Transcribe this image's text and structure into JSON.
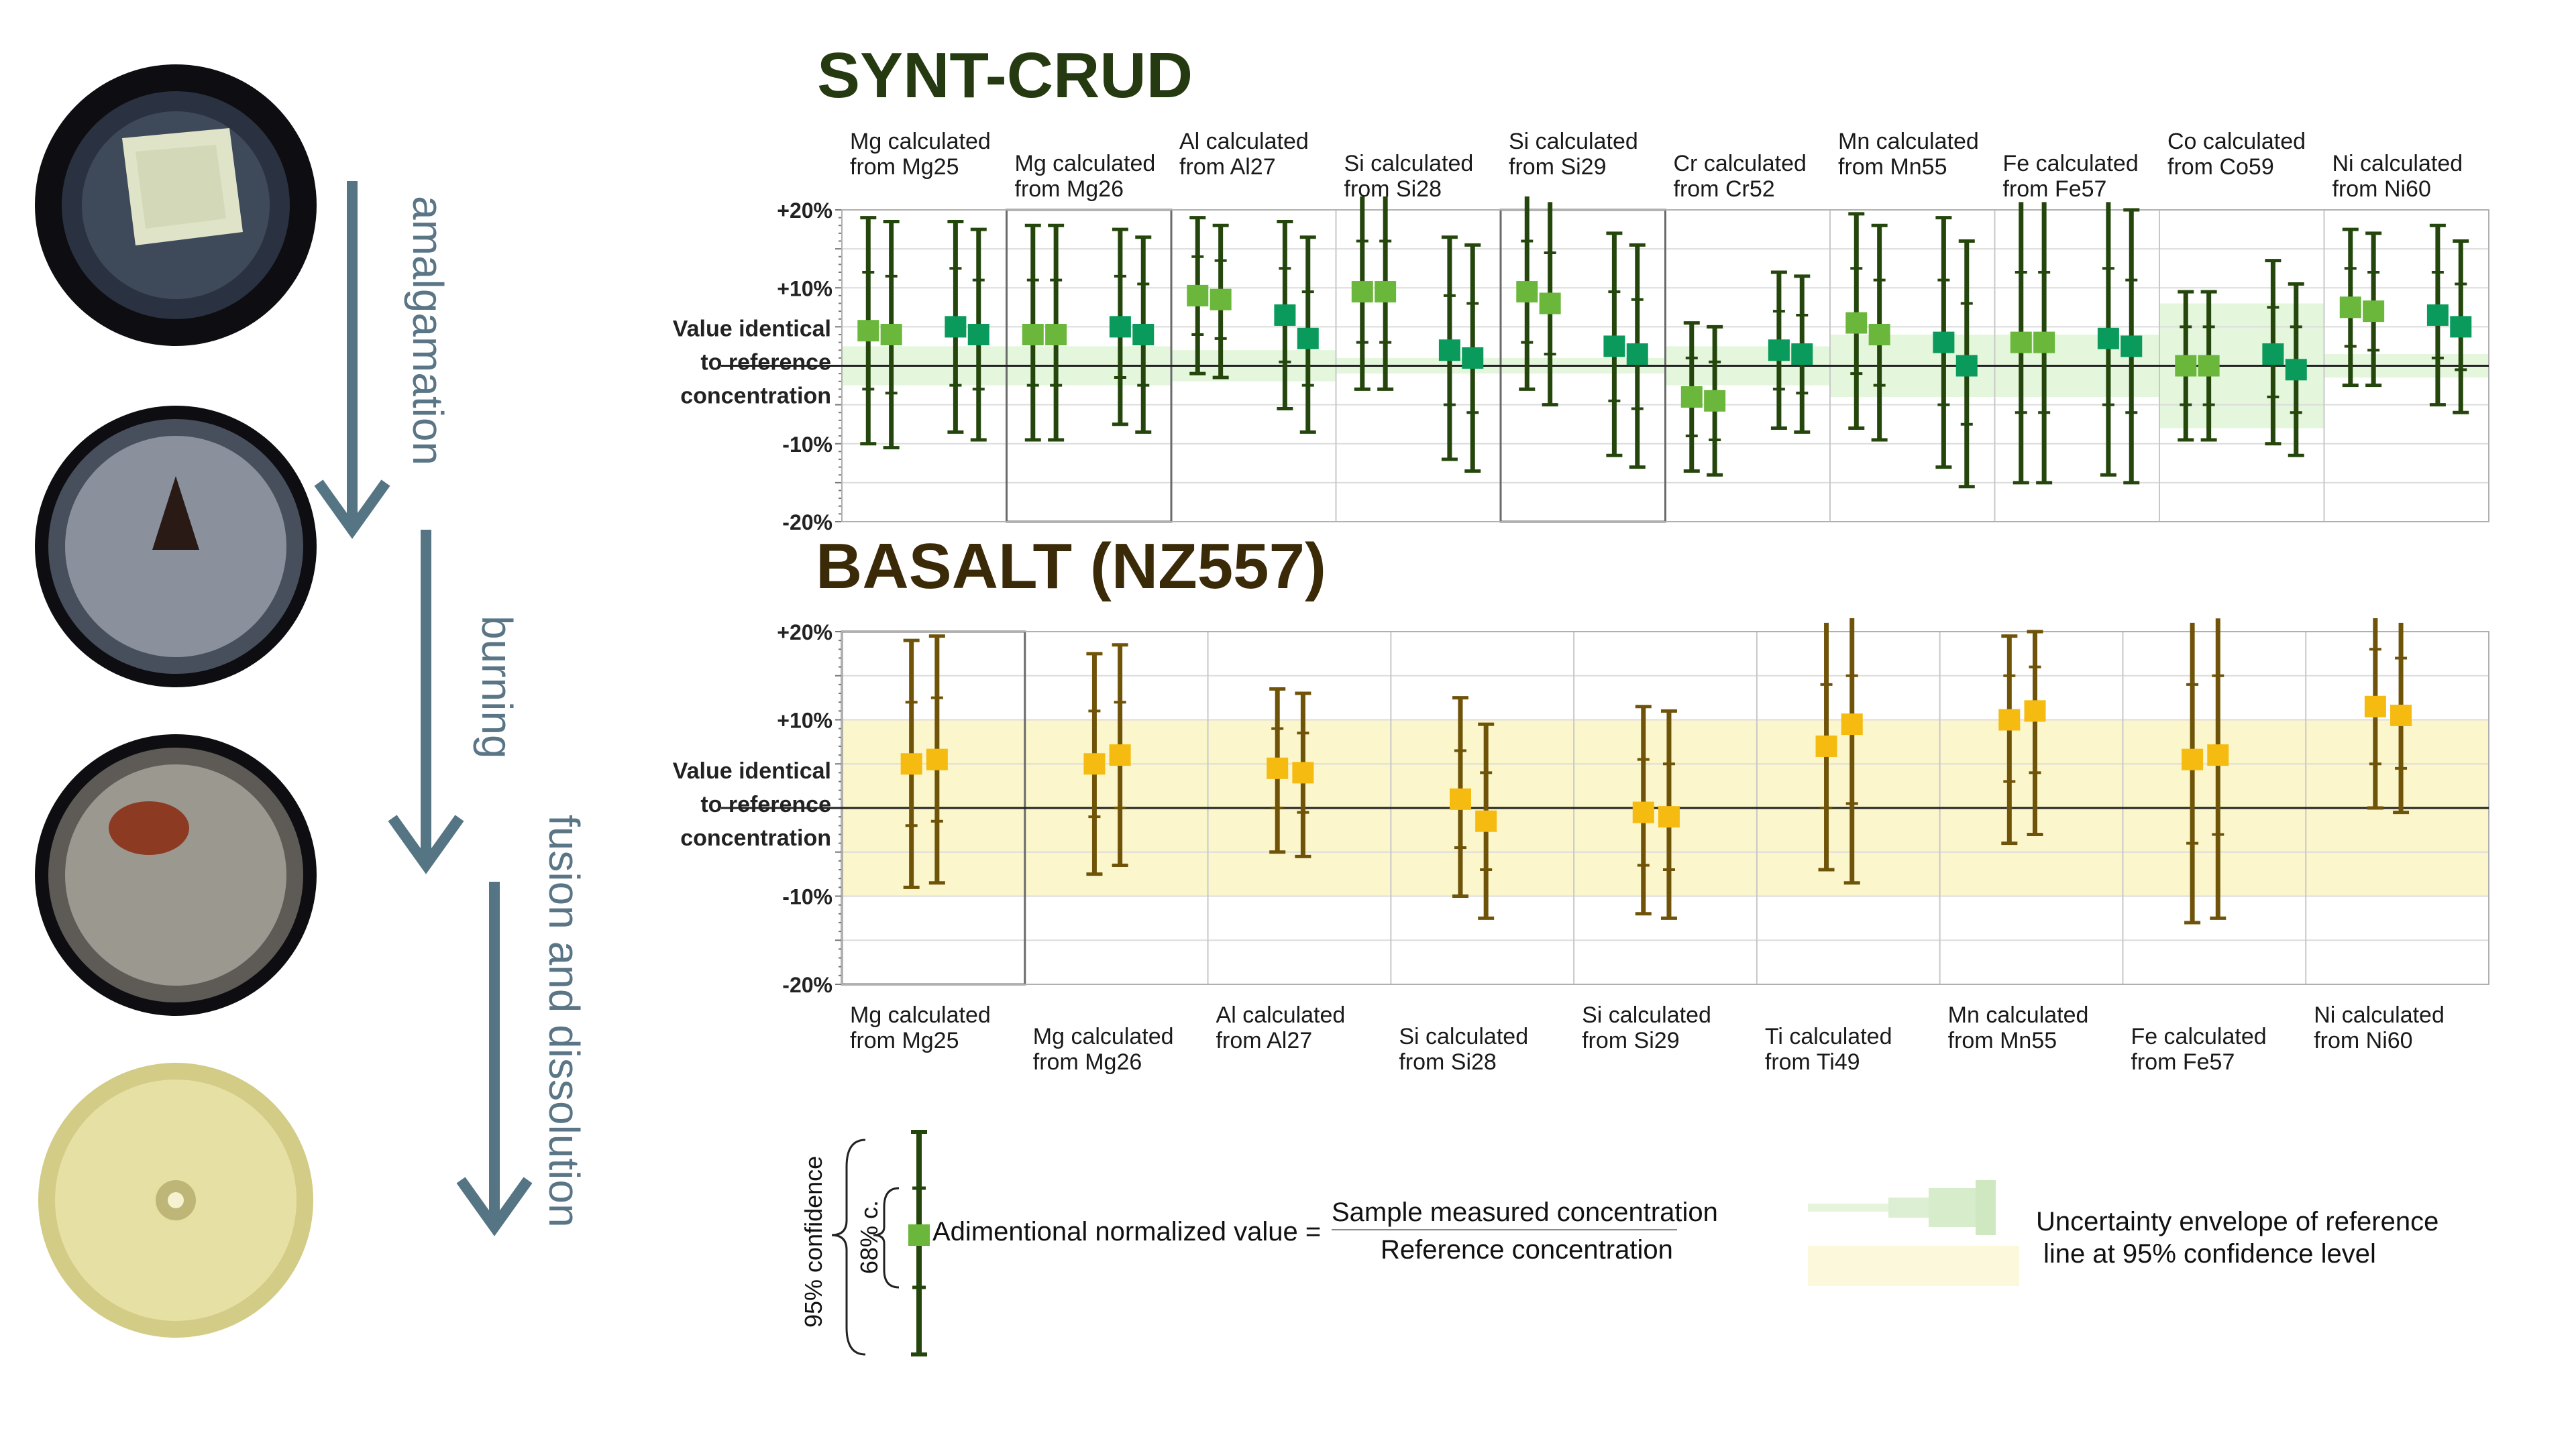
{
  "process": {
    "steps": [
      "amalgamation",
      "burning",
      "fusion and dissolution"
    ]
  },
  "colors": {
    "synt_bar": "#24460c",
    "synt_marker_a": "#6ab73b",
    "synt_marker_b": "#0a9a5c",
    "synt_envelope": "#e4f6dc",
    "basalt_bar": "#6e5308",
    "basalt_marker": "#f5bb10",
    "basalt_envelope": "#fbf6cc",
    "arrow": "#557585"
  },
  "chart_data": [
    {
      "type": "scatter",
      "title": "SYNT-CRUD",
      "ylabel_lines": [
        "Value identical",
        "to reference",
        "concentration"
      ],
      "y_ticks": [
        "+20%",
        "+10%",
        "-10%",
        "-20%"
      ],
      "ylim": [
        -20,
        20
      ],
      "categories": [
        {
          "label": [
            "Mg calculated",
            "from Mg25"
          ],
          "envelope": 2.5,
          "points": [
            {
              "v": 4.5,
              "c95": [
                -10,
                19
              ],
              "c68": [
                -3,
                12
              ],
              "m": "a"
            },
            {
              "v": 4.0,
              "c95": [
                -10.5,
                18.5
              ],
              "c68": [
                -3.5,
                11.5
              ],
              "m": "a"
            },
            {
              "v": 5.0,
              "c95": [
                -8.5,
                18.5
              ],
              "c68": [
                -2.5,
                12.5
              ],
              "m": "b"
            },
            {
              "v": 4.0,
              "c95": [
                -9.5,
                17.5
              ],
              "c68": [
                -3,
                11
              ],
              "m": "b"
            }
          ]
        },
        {
          "label": [
            "Mg calculated",
            "from Mg26"
          ],
          "envelope": 2.5,
          "points": [
            {
              "v": 4.0,
              "c95": [
                -9.5,
                18
              ],
              "c68": [
                -2.5,
                11
              ],
              "m": "a"
            },
            {
              "v": 4.0,
              "c95": [
                -9.5,
                18
              ],
              "c68": [
                -2.5,
                11
              ],
              "m": "a"
            },
            {
              "v": 5.0,
              "c95": [
                -7.5,
                17.5
              ],
              "c68": [
                -1.5,
                11.5
              ],
              "m": "b"
            },
            {
              "v": 4.0,
              "c95": [
                -8.5,
                16.5
              ],
              "c68": [
                -2.5,
                10.5
              ],
              "m": "b"
            }
          ]
        },
        {
          "label": [
            "Al calculated",
            "from Al27"
          ],
          "envelope": 2.0,
          "points": [
            {
              "v": 9.0,
              "c95": [
                -1,
                19
              ],
              "c68": [
                4,
                14
              ],
              "m": "a"
            },
            {
              "v": 8.5,
              "c95": [
                -1.5,
                18
              ],
              "c68": [
                3.5,
                13.5
              ],
              "m": "a"
            },
            {
              "v": 6.5,
              "c95": [
                -5.5,
                18.5
              ],
              "c68": [
                0.5,
                12.5
              ],
              "m": "b"
            },
            {
              "v": 3.5,
              "c95": [
                -8.5,
                16.5
              ],
              "c68": [
                -2.5,
                9.5
              ],
              "m": "b"
            }
          ]
        },
        {
          "label": [
            "Si calculated",
            "from Si28"
          ],
          "envelope": 1.0,
          "points": [
            {
              "v": 9.5,
              "c95": [
                -3,
                22
              ],
              "c68": [
                3,
                16
              ],
              "m": "a"
            },
            {
              "v": 9.5,
              "c95": [
                -3,
                22
              ],
              "c68": [
                3,
                16
              ],
              "m": "a"
            },
            {
              "v": 2.0,
              "c95": [
                -12,
                16.5
              ],
              "c68": [
                -5,
                9
              ],
              "m": "b"
            },
            {
              "v": 1.0,
              "c95": [
                -13.5,
                15.5
              ],
              "c68": [
                -6,
                8
              ],
              "m": "b"
            }
          ]
        },
        {
          "label": [
            "Si calculated",
            "from Si29"
          ],
          "envelope": 1.0,
          "points": [
            {
              "v": 9.5,
              "c95": [
                -3,
                22
              ],
              "c68": [
                3,
                16
              ],
              "m": "a"
            },
            {
              "v": 8.0,
              "c95": [
                -5,
                21
              ],
              "c68": [
                1.5,
                14.5
              ],
              "m": "a"
            },
            {
              "v": 2.5,
              "c95": [
                -11.5,
                17
              ],
              "c68": [
                -4.5,
                9.5
              ],
              "m": "b"
            },
            {
              "v": 1.5,
              "c95": [
                -13,
                15.5
              ],
              "c68": [
                -5.5,
                8.5
              ],
              "m": "b"
            }
          ]
        },
        {
          "label": [
            "Cr calculated",
            "from Cr52"
          ],
          "envelope": 2.5,
          "points": [
            {
              "v": -4.0,
              "c95": [
                -13.5,
                5.5
              ],
              "c68": [
                -9,
                1
              ],
              "m": "a"
            },
            {
              "v": -4.5,
              "c95": [
                -14,
                5
              ],
              "c68": [
                -9.5,
                0.5
              ],
              "m": "a"
            },
            {
              "v": 2.0,
              "c95": [
                -8,
                12
              ],
              "c68": [
                -3,
                7
              ],
              "m": "b"
            },
            {
              "v": 1.5,
              "c95": [
                -8.5,
                11.5
              ],
              "c68": [
                -3.5,
                6.5
              ],
              "m": "b"
            }
          ]
        },
        {
          "label": [
            "Mn calculated",
            "from Mn55"
          ],
          "envelope": 4.0,
          "points": [
            {
              "v": 5.5,
              "c95": [
                -8,
                19.5
              ],
              "c68": [
                -1,
                12.5
              ],
              "m": "a"
            },
            {
              "v": 4.0,
              "c95": [
                -9.5,
                18
              ],
              "c68": [
                -2.5,
                11
              ],
              "m": "a"
            },
            {
              "v": 3.0,
              "c95": [
                -13,
                19
              ],
              "c68": [
                -5,
                11
              ],
              "m": "b"
            },
            {
              "v": 0.0,
              "c95": [
                -15.5,
                16
              ],
              "c68": [
                -7.5,
                8
              ],
              "m": "b"
            }
          ]
        },
        {
          "label": [
            "Fe calculated",
            "from Fe57"
          ],
          "envelope": 4.0,
          "points": [
            {
              "v": 3.0,
              "c95": [
                -15,
                21
              ],
              "c68": [
                -6,
                12
              ],
              "m": "a"
            },
            {
              "v": 3.0,
              "c95": [
                -15,
                21
              ],
              "c68": [
                -6,
                12
              ],
              "m": "a"
            },
            {
              "v": 3.5,
              "c95": [
                -14,
                21
              ],
              "c68": [
                -5,
                12.5
              ],
              "m": "b"
            },
            {
              "v": 2.5,
              "c95": [
                -15,
                20
              ],
              "c68": [
                -6,
                11
              ],
              "m": "b"
            }
          ]
        },
        {
          "label": [
            "Co calculated",
            "from Co59"
          ],
          "envelope": 8.0,
          "points": [
            {
              "v": 0.0,
              "c95": [
                -9.5,
                9.5
              ],
              "c68": [
                -5,
                5
              ],
              "m": "a"
            },
            {
              "v": 0.0,
              "c95": [
                -9.5,
                9.5
              ],
              "c68": [
                -5,
                5
              ],
              "m": "a"
            },
            {
              "v": 1.5,
              "c95": [
                -10,
                13.5
              ],
              "c68": [
                -4,
                7.5
              ],
              "m": "b"
            },
            {
              "v": -0.5,
              "c95": [
                -11.5,
                10.5
              ],
              "c68": [
                -6,
                5
              ],
              "m": "b"
            }
          ]
        },
        {
          "label": [
            "Ni calculated",
            "from Ni60"
          ],
          "envelope": 1.5,
          "points": [
            {
              "v": 7.5,
              "c95": [
                -2.5,
                17.5
              ],
              "c68": [
                2.5,
                12.5
              ],
              "m": "a"
            },
            {
              "v": 7.0,
              "c95": [
                -2.5,
                17
              ],
              "c68": [
                2,
                12
              ],
              "m": "a"
            },
            {
              "v": 6.5,
              "c95": [
                -5,
                18
              ],
              "c68": [
                1,
                12
              ],
              "m": "b"
            },
            {
              "v": 5.0,
              "c95": [
                -6,
                16
              ],
              "c68": [
                -0.5,
                10.5
              ],
              "m": "b"
            }
          ]
        }
      ]
    },
    {
      "type": "scatter",
      "title": "BASALT (NZ557)",
      "ylabel_lines": [
        "Value identical",
        "to reference",
        "concentration"
      ],
      "y_ticks": [
        "+20%",
        "+10%",
        "-10%",
        "-20%"
      ],
      "ylim": [
        -20,
        20
      ],
      "envelope": 10,
      "categories": [
        {
          "label": [
            "Mg calculated",
            "from Mg25"
          ],
          "points": [
            {
              "v": 5.0,
              "c95": [
                -9,
                19
              ],
              "c68": [
                -2,
                12
              ]
            },
            {
              "v": 5.5,
              "c95": [
                -8.5,
                19.5
              ],
              "c68": [
                -1.5,
                12.5
              ]
            }
          ]
        },
        {
          "label": [
            "Mg calculated",
            "from Mg26"
          ],
          "points": [
            {
              "v": 5.0,
              "c95": [
                -7.5,
                17.5
              ],
              "c68": [
                -1,
                11
              ]
            },
            {
              "v": 6.0,
              "c95": [
                -6.5,
                18.5
              ],
              "c68": [
                0,
                12
              ]
            }
          ]
        },
        {
          "label": [
            "Al calculated",
            "from Al27"
          ],
          "points": [
            {
              "v": 4.5,
              "c95": [
                -5,
                13.5
              ],
              "c68": [
                0,
                9
              ]
            },
            {
              "v": 4.0,
              "c95": [
                -5.5,
                13
              ],
              "c68": [
                -0.5,
                8.5
              ]
            }
          ]
        },
        {
          "label": [
            "Si calculated",
            "from Si28"
          ],
          "points": [
            {
              "v": 1.0,
              "c95": [
                -10,
                12.5
              ],
              "c68": [
                -4.5,
                6.5
              ]
            },
            {
              "v": -1.5,
              "c95": [
                -12.5,
                9.5
              ],
              "c68": [
                -7,
                4
              ]
            }
          ]
        },
        {
          "label": [
            "Si calculated",
            "from Si29"
          ],
          "points": [
            {
              "v": -0.5,
              "c95": [
                -12,
                11.5
              ],
              "c68": [
                -6.5,
                5.5
              ]
            },
            {
              "v": -1.0,
              "c95": [
                -12.5,
                11
              ],
              "c68": [
                -7,
                5
              ]
            }
          ]
        },
        {
          "label": [
            "Ti calculated",
            "from Ti49"
          ],
          "points": [
            {
              "v": 7.0,
              "c95": [
                -7,
                21
              ],
              "c68": [
                0,
                14
              ]
            },
            {
              "v": 9.5,
              "c95": [
                -8.5,
                22
              ],
              "c68": [
                0.5,
                15
              ]
            }
          ]
        },
        {
          "label": [
            "Mn calculated",
            "from Mn55"
          ],
          "points": [
            {
              "v": 10.0,
              "c95": [
                -4,
                19.5
              ],
              "c68": [
                3,
                15
              ]
            },
            {
              "v": 11.0,
              "c95": [
                -3,
                20
              ],
              "c68": [
                4,
                16
              ]
            }
          ]
        },
        {
          "label": [
            "Fe calculated",
            "from Fe57"
          ],
          "points": [
            {
              "v": 5.5,
              "c95": [
                -13,
                21
              ],
              "c68": [
                -4,
                14
              ]
            },
            {
              "v": 6.0,
              "c95": [
                -12.5,
                21.5
              ],
              "c68": [
                -3,
                15
              ]
            }
          ]
        },
        {
          "label": [
            "Ni calculated",
            "from Ni60"
          ],
          "points": [
            {
              "v": 11.5,
              "c95": [
                0,
                22
              ],
              "c68": [
                5,
                18
              ]
            },
            {
              "v": 10.5,
              "c95": [
                -0.5,
                21
              ],
              "c68": [
                4.5,
                17
              ]
            }
          ]
        }
      ]
    }
  ],
  "legend": {
    "conf95_label": "95% confidence",
    "conf68_label": "68% c.",
    "marker_label": "Adimentional normalized value =",
    "numerator": "Sample measured concentration",
    "denominator": "Reference concentration",
    "envelope_label_1": "Uncertainty envelope of reference",
    "envelope_label_2": "line at 95% confidence level"
  }
}
